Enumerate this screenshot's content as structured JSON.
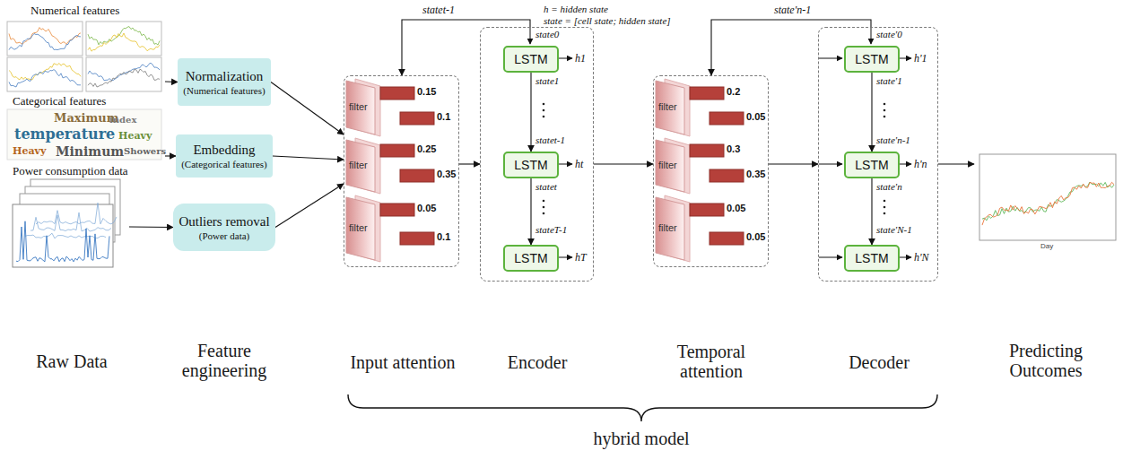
{
  "diagram": {
    "nodes": [
      {
        "text": [
          "Numerical features"
        ]
      },
      {
        "text": [
          "Categorical features"
        ]
      },
      {
        "text": [
          "Power consumption data"
        ]
      },
      {
        "text": [
          "Normalization",
          "(Numerical features)"
        ]
      },
      {
        "text": [
          "Embedding",
          "(Categorical features)"
        ]
      },
      {
        "text": [
          "Outliers removal",
          "(Power data)"
        ]
      },
      {
        "text": [
          "Input attention"
        ]
      },
      {
        "text": [
          "Encoder"
        ]
      },
      {
        "text": [
          "LSTM"
        ],
        "in": 7
      },
      {
        "text": [
          "LSTM"
        ],
        "in": 7
      },
      {
        "text": [
          "LSTM"
        ],
        "in": 7
      },
      {
        "text": [
          "Temporal attention"
        ]
      },
      {
        "text": [
          "Decoder"
        ]
      },
      {
        "text": [
          "LSTM"
        ],
        "in": 12
      },
      {
        "text": [
          "LSTM"
        ],
        "in": 12
      },
      {
        "text": [
          "LSTM"
        ],
        "in": 12
      },
      {
        "text": [
          "Predicting Outcomes"
        ]
      }
    ],
    "edges": [
      {
        "from": 0,
        "to": 3,
        "arrow": "to"
      },
      {
        "from": 1,
        "to": 4,
        "arrow": "to"
      },
      {
        "from": 2,
        "to": 5,
        "arrow": "to"
      },
      {
        "from": 3,
        "to": 6,
        "arrow": "to"
      },
      {
        "from": 4,
        "to": 6,
        "arrow": "to"
      },
      {
        "from": 5,
        "to": 6,
        "arrow": "to"
      },
      {
        "from": 6,
        "to": 7,
        "arrow": "to"
      },
      {
        "from": 7,
        "to": 11,
        "arrow": "to"
      },
      {
        "from": 11,
        "to": 12,
        "arrow": "to"
      },
      {
        "from": 12,
        "to": 16,
        "arrow": "to"
      },
      {
        "from": 7,
        "to": 6,
        "label": "statet-1",
        "arrow": "to"
      },
      {
        "from": 12,
        "to": 11,
        "label": "state'n-1",
        "arrow": "to"
      },
      {
        "from": 8,
        "to": 9,
        "arrow": "to"
      },
      {
        "from": 9,
        "to": 10,
        "arrow": "to"
      },
      {
        "from": 13,
        "to": 14,
        "arrow": "to"
      },
      {
        "from": 14,
        "to": 15,
        "arrow": "to"
      }
    ],
    "labels": [
      "h = hidden state",
      "state = [cell state; hidden state]",
      "state0",
      "state1",
      "statet-1",
      "statet",
      "stateT-1",
      "h1",
      "ht",
      "hT",
      "state'0",
      "state'1",
      "state'n-1",
      "state'n",
      "state'N-1",
      "h'1",
      "h'n",
      "h'N",
      "filter",
      "filter",
      "filter",
      "filter",
      "filter",
      "filter",
      "0.15",
      "0.1",
      "0.25",
      "0.35",
      "0.05",
      "0.1",
      "0.2",
      "0.05",
      "0.3",
      "0.35",
      "0.05",
      "0.05",
      "Raw Data",
      "Feature engineering",
      "hybrid model",
      "Maximum",
      "temperature",
      "Minimum",
      "index",
      "Heavy",
      "Heavy",
      "Showers",
      "Day"
    ]
  }
}
